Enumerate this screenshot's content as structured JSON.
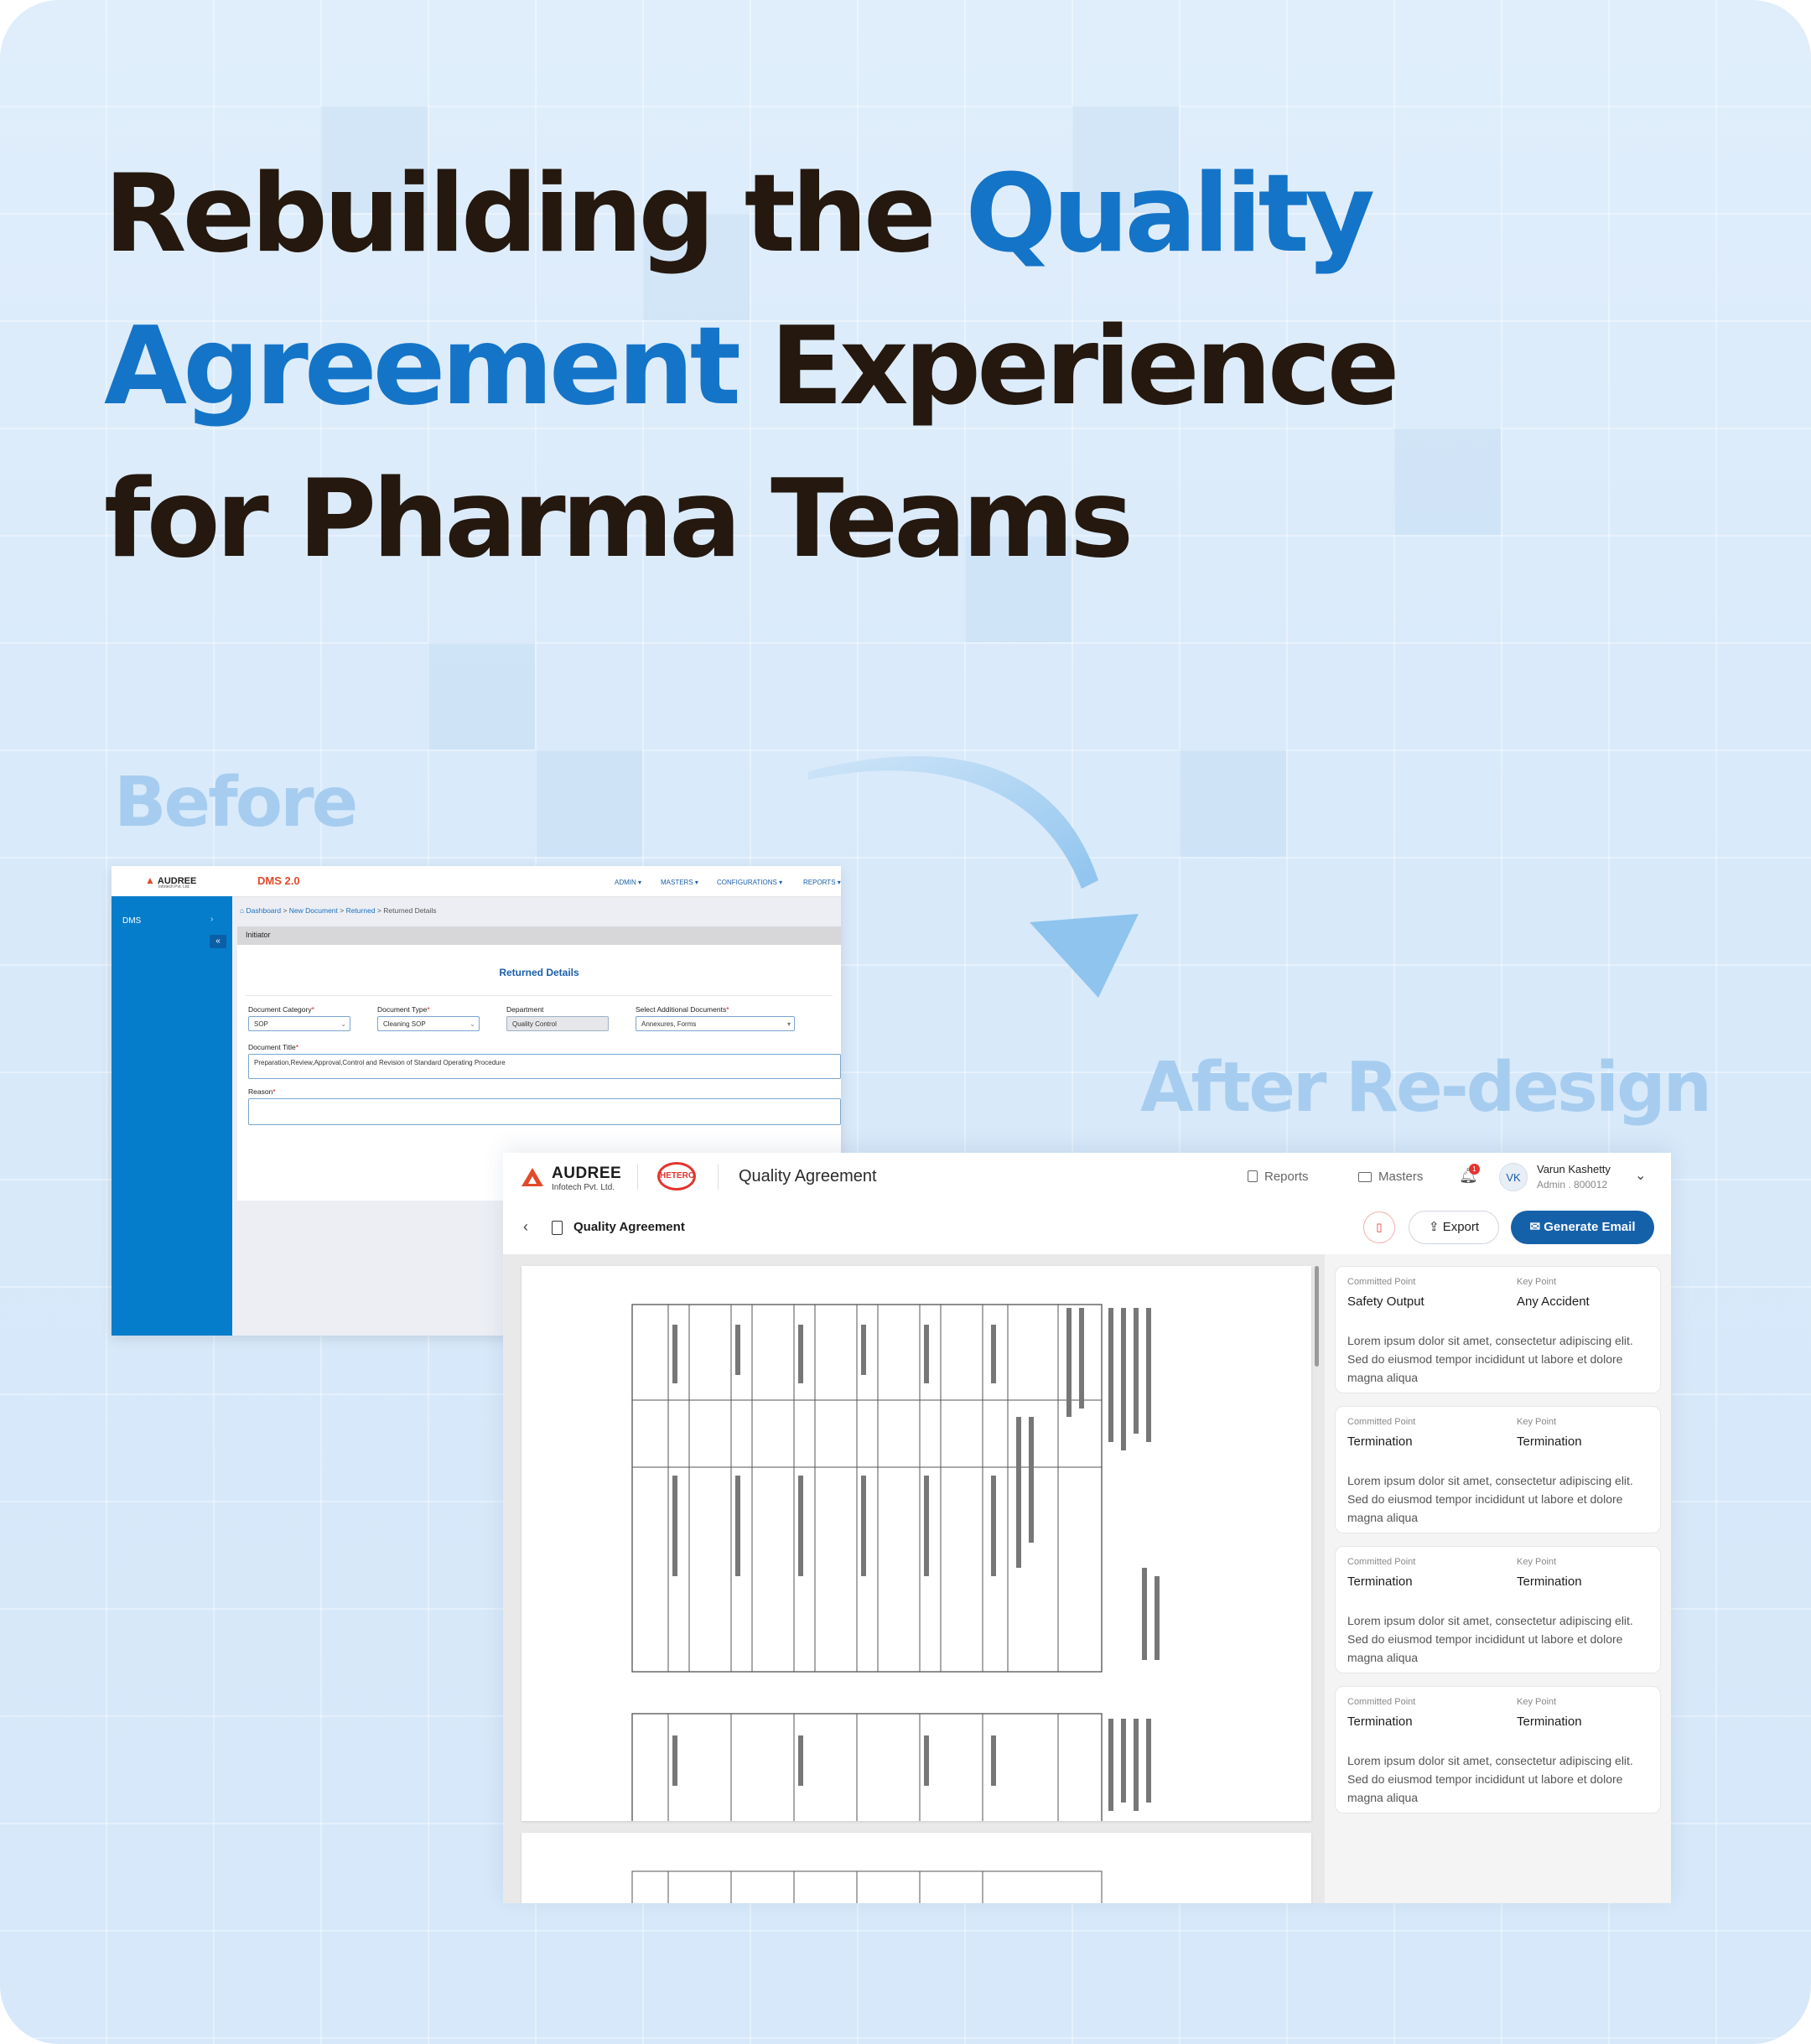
{
  "headline": {
    "part1": "Rebuilding the ",
    "highlight1": "Quality",
    "highlight2": "Agreement",
    "part2": " Experience",
    "line3": "for Pharma Teams"
  },
  "labels": {
    "before": "Before",
    "after": "After Re-design"
  },
  "colors": {
    "accent": "#1474c8",
    "heading": "#24180f",
    "label": "#a6cdef",
    "primary_button": "#1561a9",
    "before_sidebar": "#067dcb"
  },
  "before_screen": {
    "logo": "AUDREE",
    "logo_sub": "Infotech Pvt. Ltd.",
    "app_name": "DMS 2.0",
    "nav": [
      "ADMIN",
      "MASTERS",
      "CONFIGURATIONS",
      "REPORTS"
    ],
    "sidebar_item": "DMS",
    "collapse": "«",
    "breadcrumb": [
      "Dashboard",
      "New Document",
      "Returned",
      "Returned Details"
    ],
    "section_bar": "Initiator",
    "panel_title": "Returned Details",
    "fields": {
      "category_label": "Document Category",
      "category_value": "SOP",
      "type_label": "Document Type",
      "type_value": "Cleaning SOP",
      "department_label": "Department",
      "department_value": "Quality Control",
      "additional_label": "Select Additional Documents",
      "additional_value": "Annexures, Forms",
      "title_label": "Document Title",
      "title_value": "Preparation,Review,Approval,Control and Revision of Standard Operating Procedure",
      "reason_label": "Reason",
      "reason_value": ""
    }
  },
  "after_screen": {
    "logo": "AUDREE",
    "logo_sub": "Infotech Pvt. Ltd.",
    "partner_logo": "HETERO",
    "app_title": "Quality Agreement",
    "nav": {
      "reports": "Reports",
      "masters": "Masters"
    },
    "notification_count": "1",
    "user": {
      "initials": "VK",
      "name": "Varun Kashetty",
      "role": "Admin . 800012"
    },
    "page_title": "Quality Agreement",
    "actions": {
      "export": "Export",
      "generate_email": "Generate Email"
    },
    "cards": [
      {
        "committed_label": "Committed Point",
        "key_label": "Key Point",
        "committed": "Safety Output",
        "key": "Any Accident",
        "description": "Lorem ipsum dolor sit amet, consectetur adipiscing elit. Sed do eiusmod tempor incididunt ut labore et dolore magna aliqua"
      },
      {
        "committed_label": "Committed Point",
        "key_label": "Key Point",
        "committed": "Termination",
        "key": "Termination",
        "description": "Lorem ipsum dolor sit amet, consectetur adipiscing elit. Sed do eiusmod tempor incididunt ut labore et dolore magna aliqua"
      },
      {
        "committed_label": "Committed Point",
        "key_label": "Key Point",
        "committed": "Termination",
        "key": "Termination",
        "description": "Lorem ipsum dolor sit amet, consectetur adipiscing elit. Sed do eiusmod tempor incididunt ut labore et dolore magna aliqua"
      },
      {
        "committed_label": "Committed Point",
        "key_label": "Key Point",
        "committed": "Termination",
        "key": "Termination",
        "description": "Lorem ipsum dolor sit amet, consectetur adipiscing elit. Sed do eiusmod tempor incididunt ut labore et dolore magna aliqua"
      }
    ]
  }
}
